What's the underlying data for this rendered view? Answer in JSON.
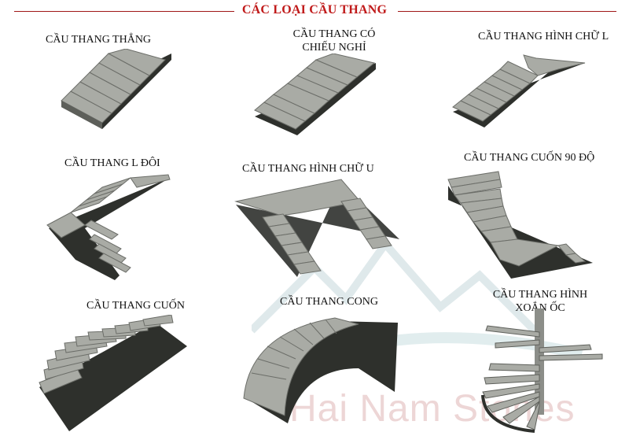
{
  "title": "CÁC LOẠI CẦU THANG",
  "watermark": "Hai Nam Stones",
  "palette": {
    "title_red": "#c01a1a",
    "concrete_top": "#a9aba5",
    "concrete_side": "#2e302c",
    "watermark": "#e8c9c9"
  },
  "stairs": [
    {
      "label": "CẦU THANG THẲNG"
    },
    {
      "label_line1": "CẦU THANG CÓ",
      "label_line2": "CHIẾU NGHỈ"
    },
    {
      "label": "CẦU THANG HÌNH CHỮ L"
    },
    {
      "label": "CẦU THANG L ĐÔI"
    },
    {
      "label": "CẦU THANG HÌNH CHỮ U"
    },
    {
      "label": "CẦU THANG CUỐN 90 ĐỘ"
    },
    {
      "label": "CẦU THANG CUỐN"
    },
    {
      "label": "CẦU THANG CONG"
    },
    {
      "label_line1": "CẦU THANG HÌNH",
      "label_line2": "XOẮN ỐC"
    }
  ]
}
